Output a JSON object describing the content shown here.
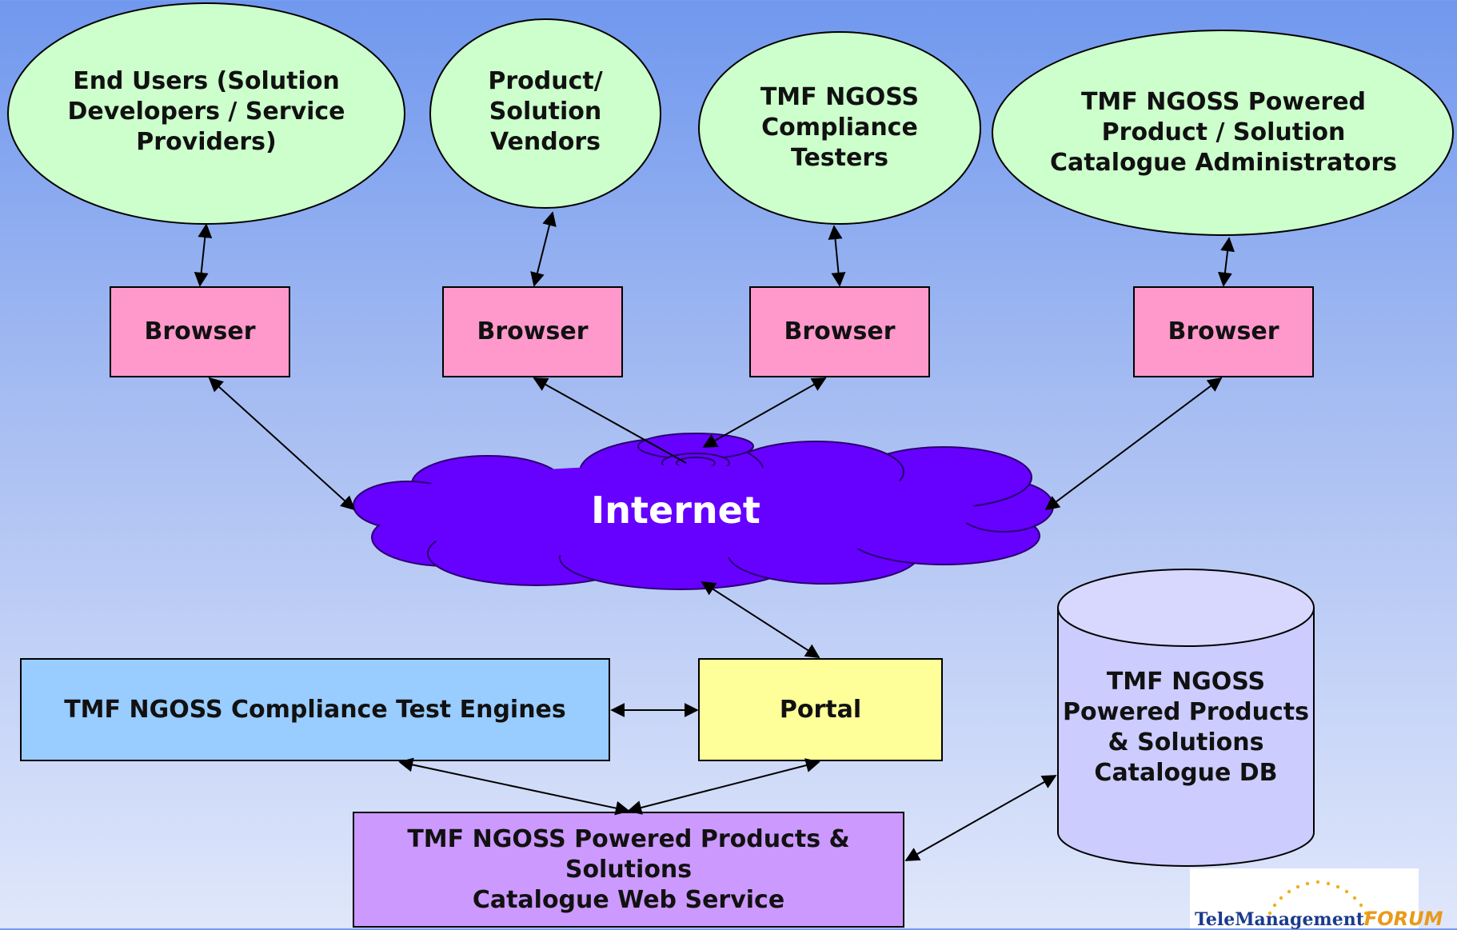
{
  "actors": [
    {
      "label": "End Users (Solution\nDevelopers / Service\nProviders)"
    },
    {
      "label": "Product/\nSolution\nVendors"
    },
    {
      "label": "TMF NGOSS\nCompliance\nTesters"
    },
    {
      "label": "TMF NGOSS Powered\nProduct / Solution\nCatalogue Administrators"
    }
  ],
  "browsers": [
    {
      "label": "Browser"
    },
    {
      "label": "Browser"
    },
    {
      "label": "Browser"
    },
    {
      "label": "Browser"
    }
  ],
  "internet": {
    "label": "Internet"
  },
  "portal": {
    "label": "Portal"
  },
  "test_engines": {
    "label": "TMF NGOSS Compliance Test Engines"
  },
  "web_service": {
    "label": "TMF NGOSS Powered Products & Solutions\nCatalogue Web Service"
  },
  "catalogue_db": {
    "label": "TMF NGOSS\nPowered Products\n& Solutions\nCatalogue DB"
  },
  "logo": {
    "name": "TeleManagement",
    "suffix": "FORUM"
  },
  "colors": {
    "actor_fill": "#ccffcc",
    "browser_fill": "#ff99cc",
    "internet_fill": "#6600ff",
    "portal_fill": "#ffff99",
    "test_engines_fill": "#99ccff",
    "web_service_fill": "#cc99ff",
    "db_fill": "#ccccff"
  }
}
